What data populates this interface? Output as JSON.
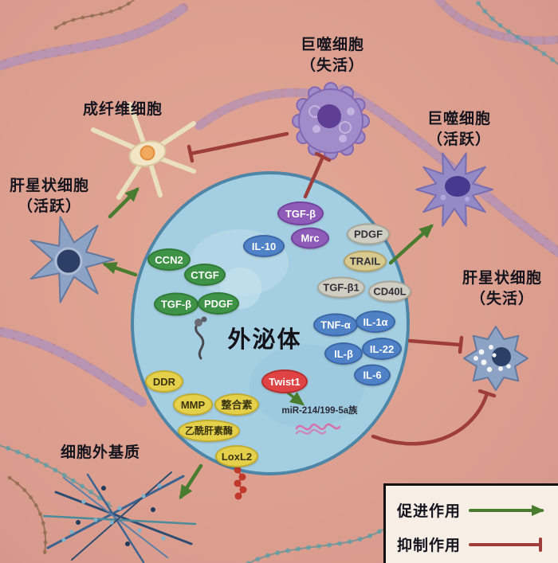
{
  "center_label": "外泌体",
  "cells": {
    "macrophage_inactive": {
      "line1": "巨噬细胞",
      "line2": "（失活）"
    },
    "fibroblast": {
      "line1": "成纤维细胞"
    },
    "hsc_active": {
      "line1": "肝星状细胞",
      "line2": "（活跃）"
    },
    "macrophage_active": {
      "line1": "巨噬细胞",
      "line2": "（活跃）"
    },
    "hsc_inactive": {
      "line1": "肝星状细胞",
      "line2": "（失活）"
    },
    "ecm": {
      "line1": "细胞外基质"
    }
  },
  "molecules": {
    "tgfb_top": "TGF-β",
    "mrc": "Mrc",
    "il10": "IL-10",
    "ccn2": "CCN2",
    "ctgf": "CTGF",
    "tgfb_left": "TGF-β",
    "pdgf_left": "PDGF",
    "pdgf_right": "PDGF",
    "trail": "TRAIL",
    "tgfb1": "TGF-β1",
    "cd40l": "CD40L",
    "tnfa": "TNF-α",
    "il1a": "IL-1α",
    "il22": "IL-22",
    "ilb": "IL-β",
    "il6": "IL-6",
    "ddr": "DDR",
    "mmp": "MMP",
    "integrin": "整合素",
    "heparanase": "乙酰肝素酶",
    "loxl2": "LoxL2",
    "twist1": "Twist1"
  },
  "mir_label": "miR-214/199-5a族",
  "legend": {
    "promote": "促进作用",
    "inhibit": "抑制作用"
  },
  "colors": {
    "background": "#dda092",
    "exosome_fill": "#a3d0e4",
    "exosome_border": "#4a86a8",
    "promote_green": "#4a7c2f",
    "inhibit_red": "#9e3d3a",
    "pill_green": "#3f9347",
    "pill_purple": "#8e5cb8",
    "pill_blue": "#4f81c7",
    "pill_grey": "#cfcec2",
    "pill_tan": "#d8c98e",
    "pill_yellow": "#e5d04b",
    "pill_red": "#df4343"
  }
}
